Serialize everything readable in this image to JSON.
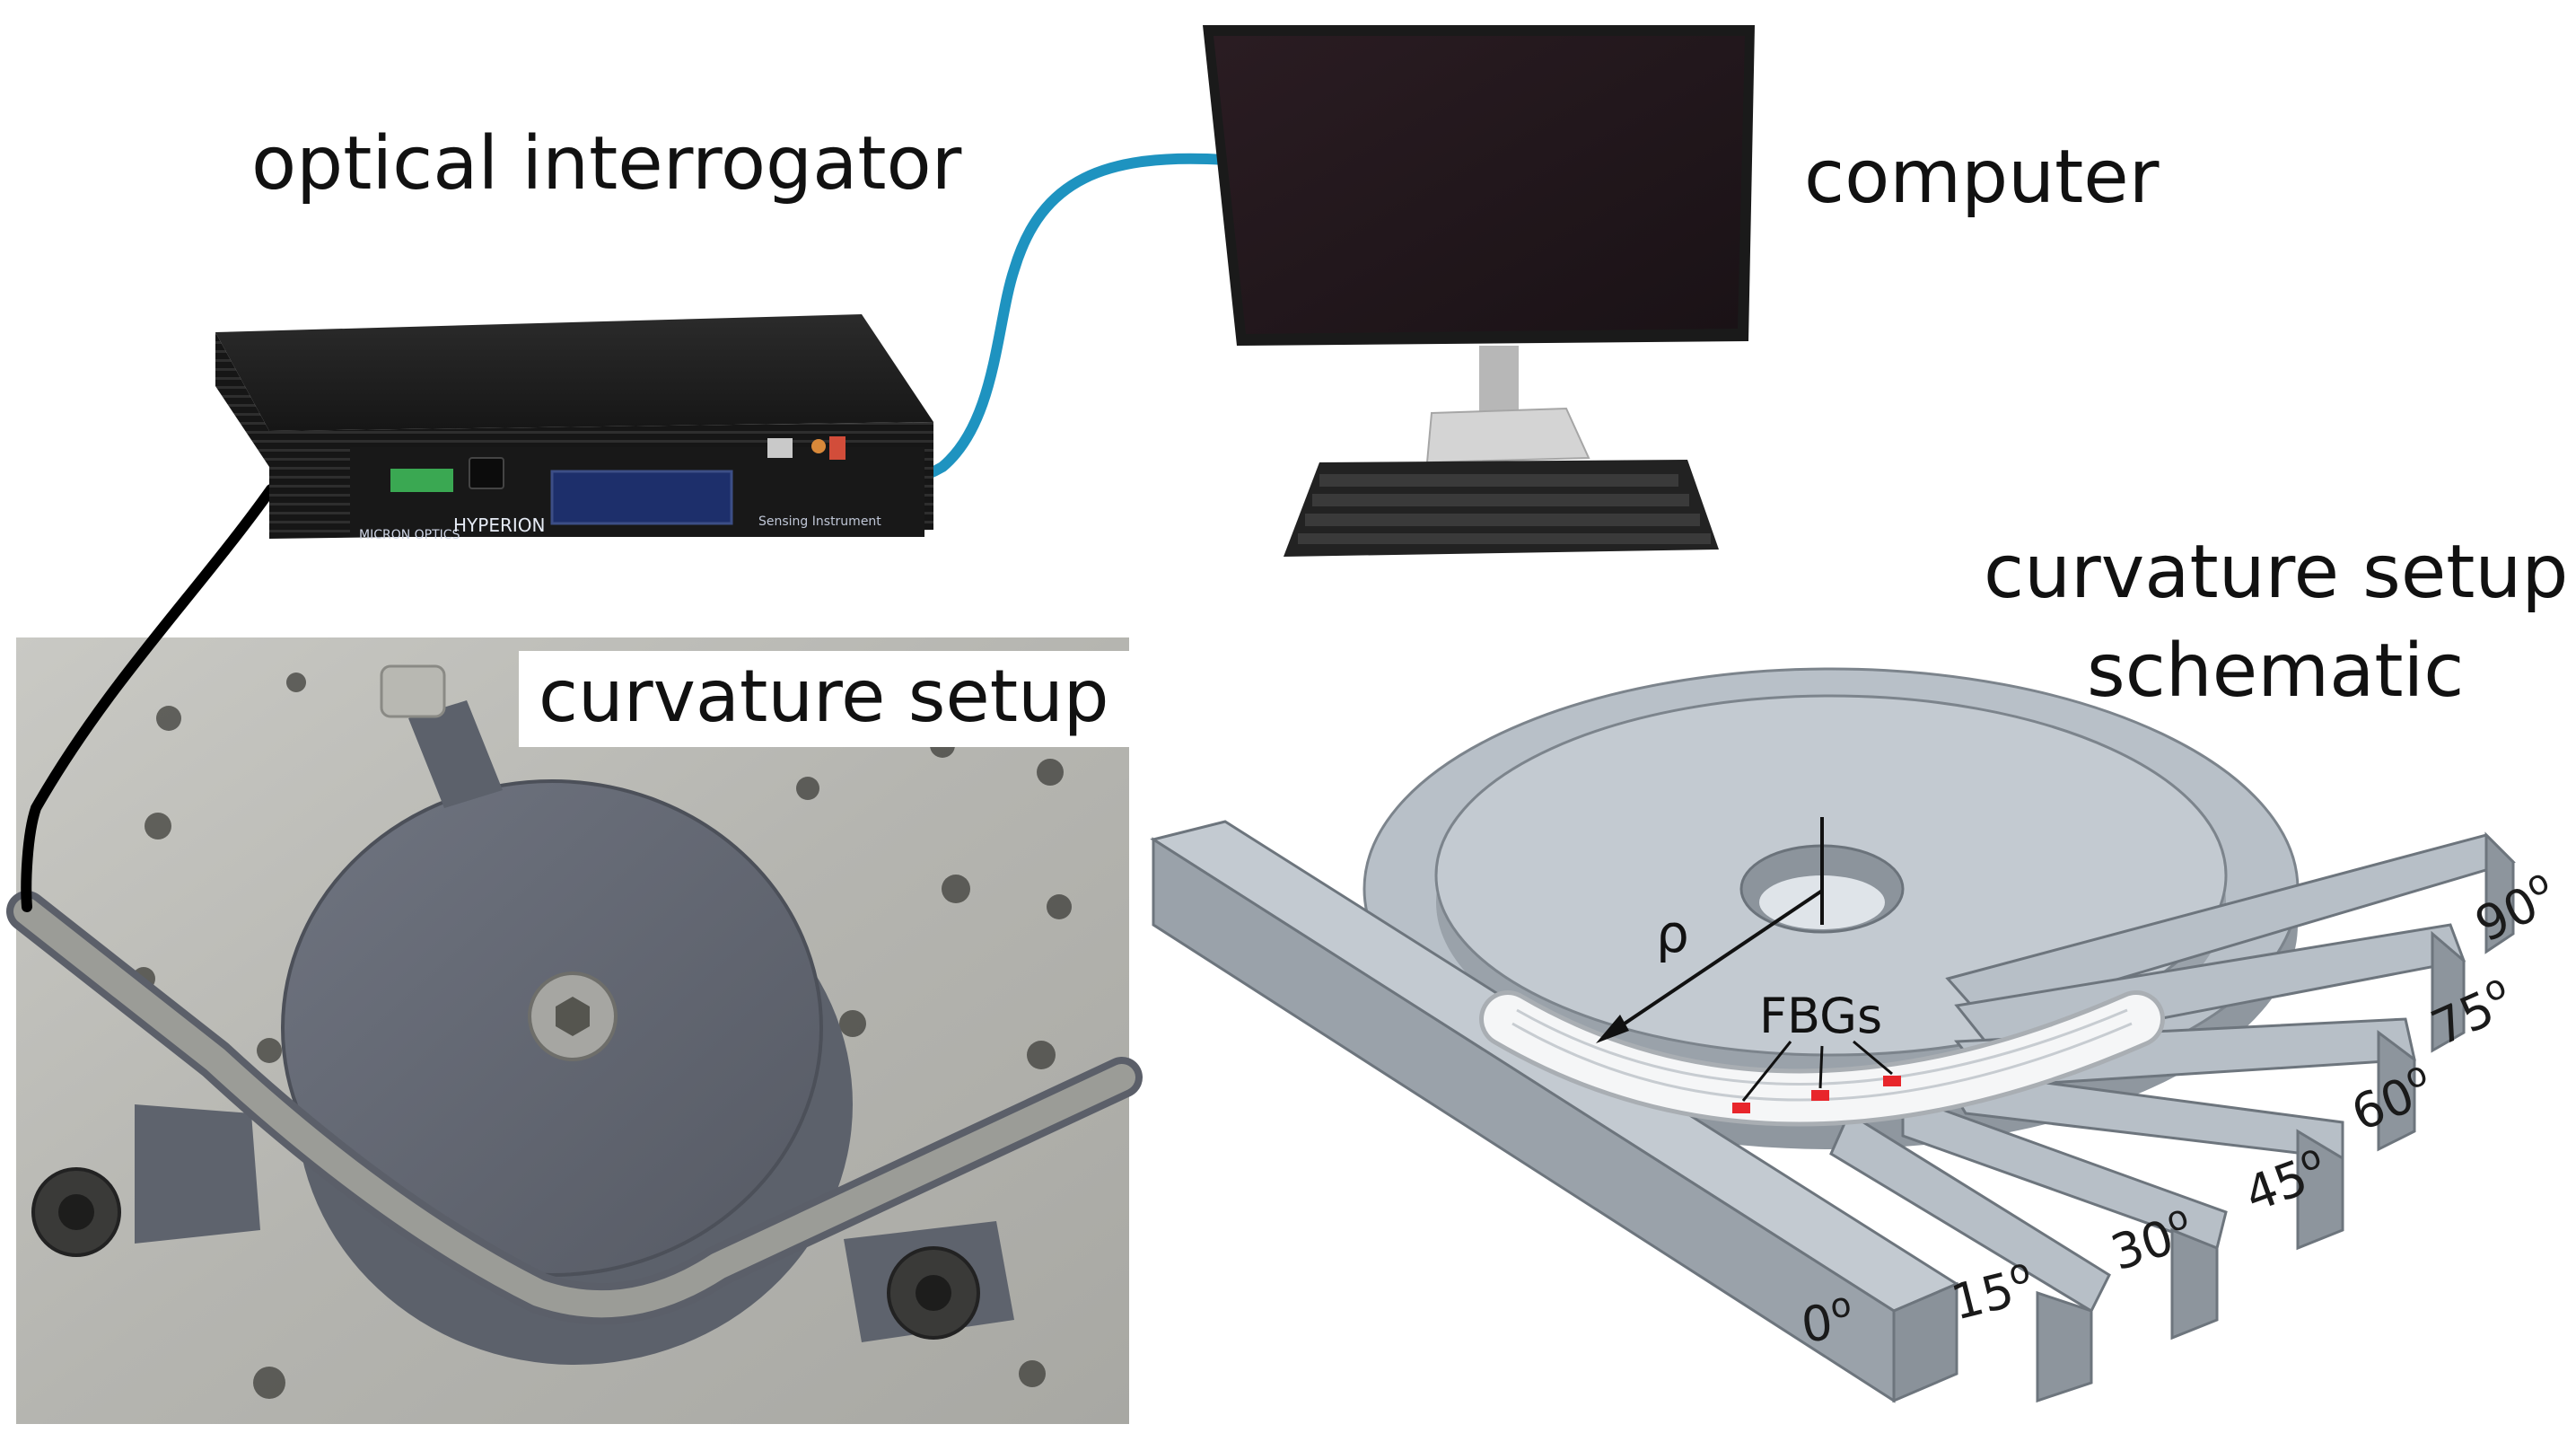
{
  "labels": {
    "interrogator": "optical interrogator",
    "computer": "computer",
    "photo_caption": "curvature setup",
    "schematic_line1": "curvature setup",
    "schematic_line2": "schematic",
    "rho": "ρ",
    "fbgs": "FBGs"
  },
  "device_text": {
    "brand_left": "MICRON OPTICS",
    "brand_right": "HYPERION",
    "front_panel": "Sensing Instrument"
  },
  "angles": [
    {
      "value": "0",
      "unit": "o"
    },
    {
      "value": "15",
      "unit": "o"
    },
    {
      "value": "30",
      "unit": "o"
    },
    {
      "value": "45",
      "unit": "o"
    },
    {
      "value": "60",
      "unit": "o"
    },
    {
      "value": "75",
      "unit": "o"
    },
    {
      "value": "90",
      "unit": "o"
    }
  ],
  "colors": {
    "cable_blue": "#1e93c0",
    "cable_black": "#000000",
    "fbg_marker": "#e8262b",
    "schematic_gray": "#aab2bb",
    "plate_gray": "#b9b9b4"
  }
}
